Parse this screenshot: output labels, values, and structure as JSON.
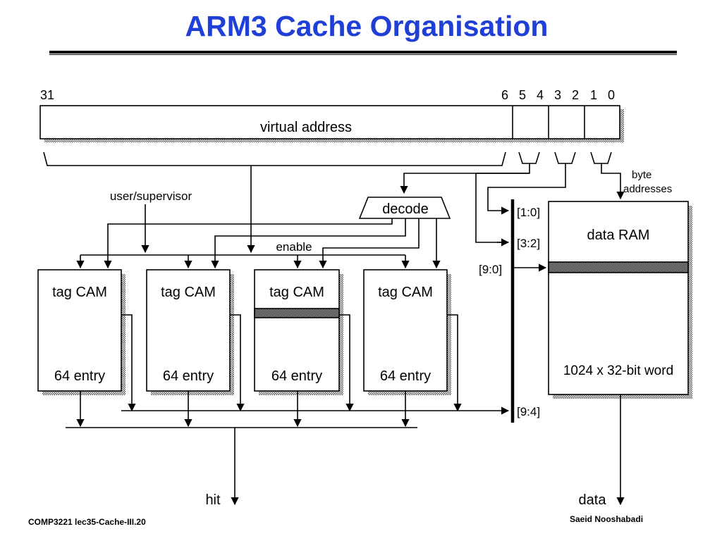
{
  "slide": {
    "title": "ARM3 Cache Organisation",
    "footer_left": "COMP3221  lec35-Cache-III.20",
    "footer_right": "Saeid Nooshabadi",
    "title_color": "#1f3fd6"
  },
  "diagram": {
    "bit_labels": {
      "b31": "31",
      "b6": "6",
      "b5": "5",
      "b4": "4",
      "b3": "3",
      "b2": "2",
      "b1": "1",
      "b0": "0"
    },
    "address_label": "virtual address",
    "user_supervisor": "user/supervisor",
    "decode": "decode",
    "enable": "enable",
    "byte_label_1": "byte",
    "byte_label_2": "addresses",
    "bus_1_0": "[1:0]",
    "bus_3_2": "[3:2]",
    "bus_9_0": "[9:0]",
    "bus_9_4": "[9:4]",
    "data_ram_title": "data RAM",
    "data_ram_size": "1024 x 32-bit word",
    "tag_cams": [
      {
        "title": "tag CAM",
        "size": "64 entry"
      },
      {
        "title": "tag CAM",
        "size": "64 entry"
      },
      {
        "title": "tag CAM",
        "size": "64 entry"
      },
      {
        "title": "tag CAM",
        "size": "64 entry"
      }
    ],
    "hit": "hit",
    "data_out": "data"
  }
}
